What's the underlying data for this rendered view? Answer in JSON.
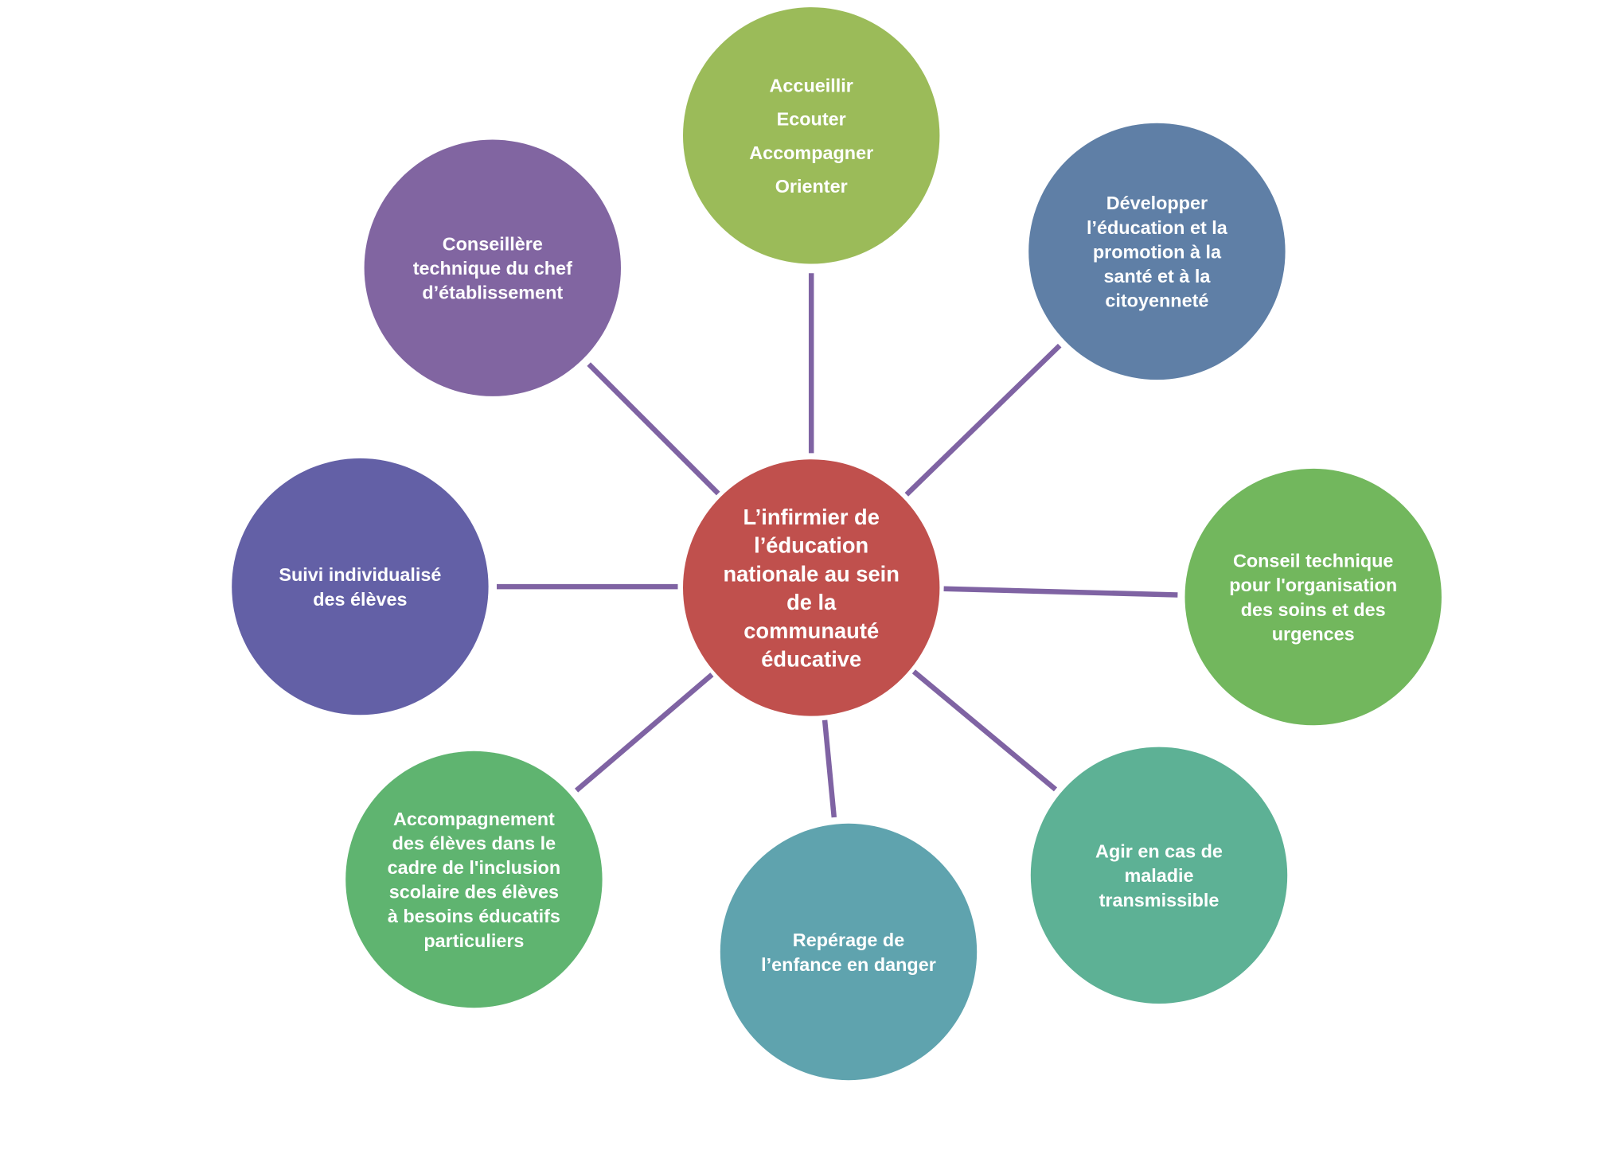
{
  "diagram": {
    "center": {
      "lines": [
        "L’infirmier de",
        "l’éducation",
        "nationale au sein",
        "de la",
        "communauté",
        "éducative"
      ],
      "color": "#C0504D"
    },
    "nodes": [
      {
        "id": "accueillir",
        "lines": [
          "Accueillir",
          "Ecouter",
          "Accompagner",
          "Orienter"
        ],
        "color": "#9BBB59"
      },
      {
        "id": "education-sante",
        "lines": [
          "Développer",
          "l’éducation et la",
          "promotion à la",
          "santé et à la",
          "citoyenneté"
        ],
        "color": "#5F7FA6"
      },
      {
        "id": "conseil-soins",
        "lines": [
          "Conseil technique",
          "pour l'organisation",
          "des soins et des",
          "urgences"
        ],
        "color": "#72B75D"
      },
      {
        "id": "maladie",
        "lines": [
          "Agir en cas de",
          "maladie",
          "transmissible"
        ],
        "color": "#5DB195"
      },
      {
        "id": "enfance",
        "lines": [
          "Repérage de",
          "l’enfance en danger"
        ],
        "color": "#5FA3AE"
      },
      {
        "id": "inclusion",
        "lines": [
          "Accompagnement",
          "des élèves dans le",
          "cadre de l'inclusion",
          "scolaire des élèves",
          "à besoins éducatifs",
          "particuliers"
        ],
        "color": "#5FB470"
      },
      {
        "id": "suivi",
        "lines": [
          "Suivi individualisé",
          "des élèves"
        ],
        "color": "#6360A6"
      },
      {
        "id": "conseillere",
        "lines": [
          "Conseillère",
          "technique du chef",
          "d’établissement"
        ],
        "color": "#8165A1"
      }
    ],
    "connector_color": "#7F63A3"
  }
}
